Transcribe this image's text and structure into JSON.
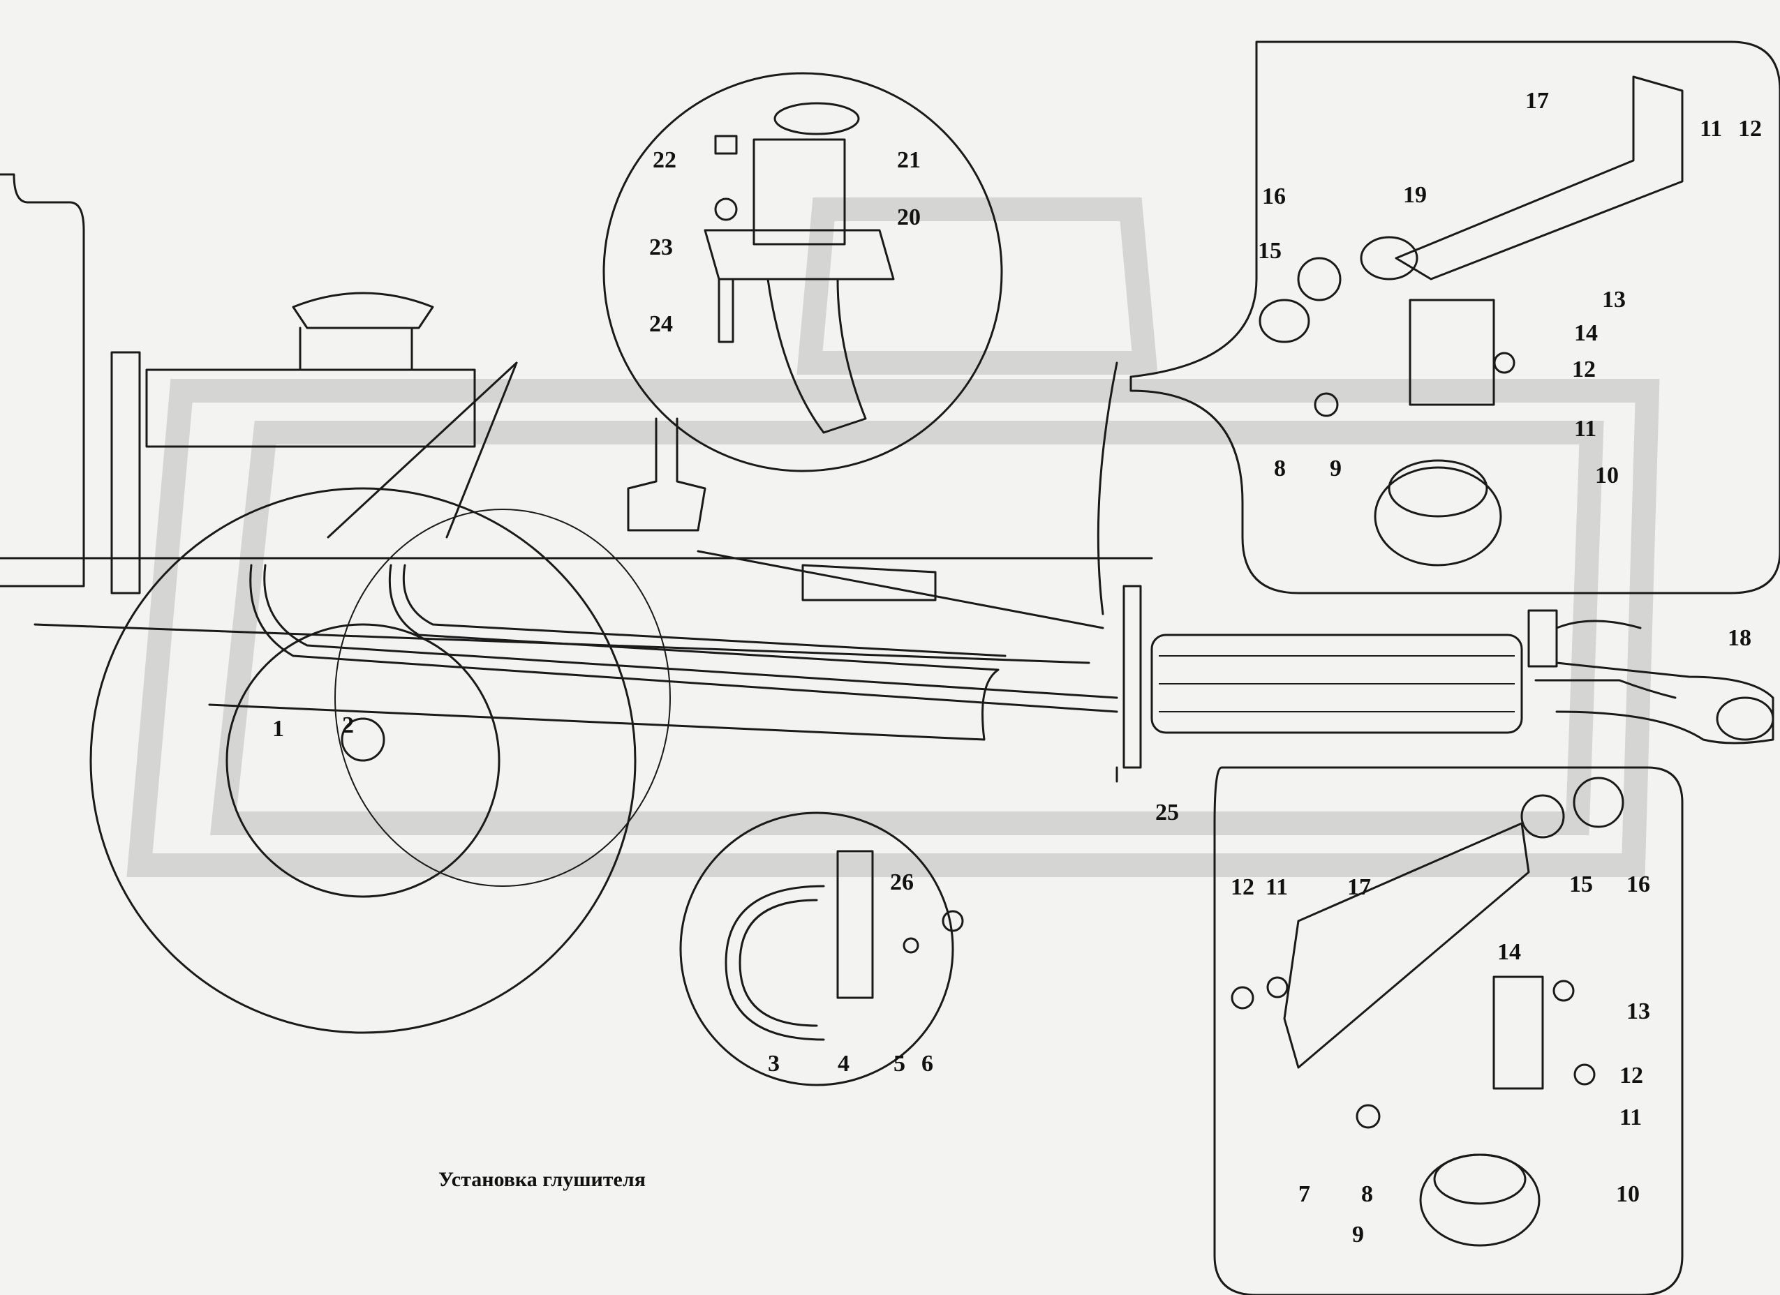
{
  "caption": "Установка глушителя",
  "labels": {
    "l1": "1",
    "l2": "2",
    "l3": "3",
    "l4": "4",
    "l5": "5",
    "l6": "6",
    "l7": "7",
    "l8a": "8",
    "l8b": "8",
    "l9a": "9",
    "l9b": "9",
    "l10a": "10",
    "l10b": "10",
    "l11a": "11",
    "l11b": "11",
    "l11c": "11",
    "l11d": "11",
    "l12a": "12",
    "l12b": "12",
    "l12c": "12",
    "l12d": "12",
    "l13a": "13",
    "l13b": "13",
    "l14a": "14",
    "l14b": "14",
    "l15a": "15",
    "l15b": "15",
    "l16a": "16",
    "l16b": "16",
    "l17a": "17",
    "l17b": "17",
    "l18": "18",
    "l19": "19",
    "l20": "20",
    "l21": "21",
    "l22": "22",
    "l23": "23",
    "l24": "24",
    "l25": "25",
    "l26": "26"
  },
  "colors": {
    "ink": "#1a1a1a",
    "paper": "#f3f3f1",
    "watermark": "#cfcfcf"
  }
}
